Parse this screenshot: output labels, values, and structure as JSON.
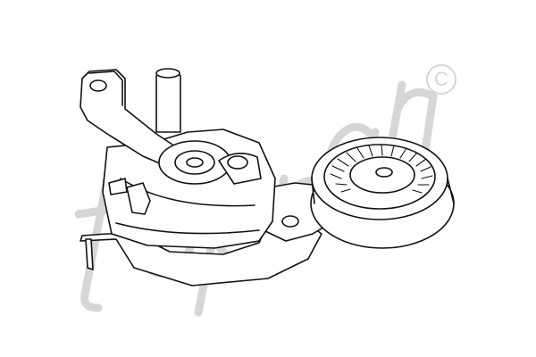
{
  "watermark": {
    "text": "topran",
    "copyright_symbol": "C",
    "color": "#d6d6d6"
  },
  "drawing": {
    "subject": "belt-tensioner-assembly",
    "line_color": "#111111",
    "fill_color": "#ffffff"
  }
}
